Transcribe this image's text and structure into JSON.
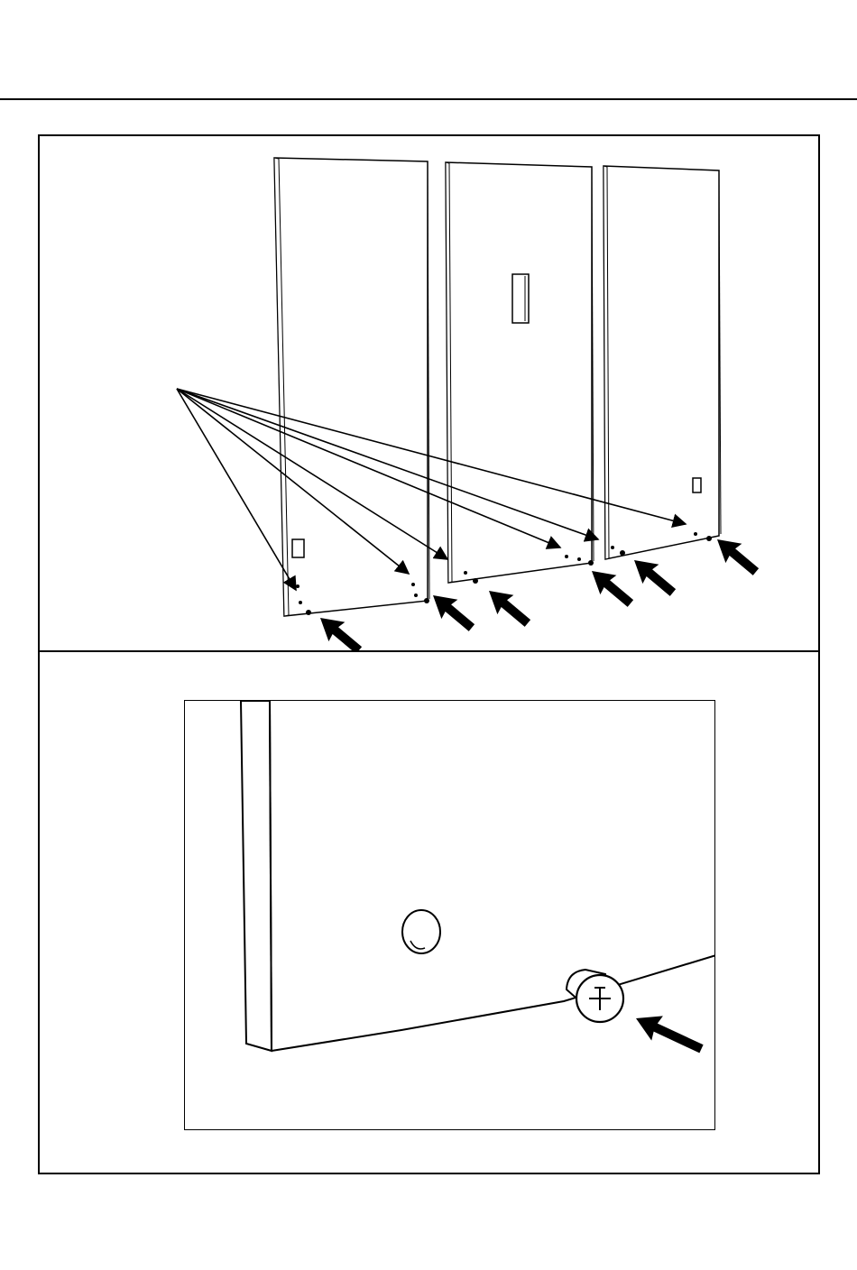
{
  "document": {
    "content": "assembly-step-illustration",
    "colors": {
      "ink": "#000000",
      "paper": "#ffffff",
      "panel_fill": "#ffffff"
    },
    "icons": [
      "arrow-icon",
      "cam-lock-icon",
      "phillips-screw-icon"
    ],
    "panels_count": 3,
    "callout_arrow_count": 7,
    "leader_line_count": 6
  }
}
